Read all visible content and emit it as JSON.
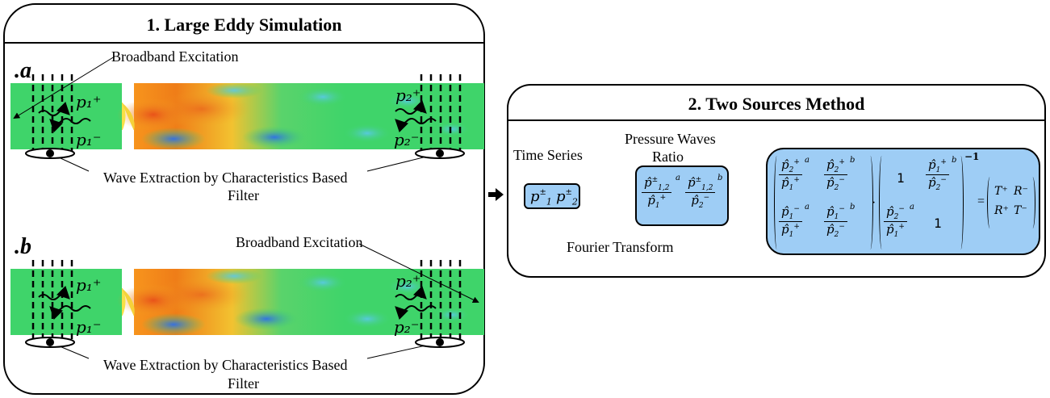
{
  "les": {
    "title": "1. Large Eddy Simulation",
    "case_a": {
      "marker": ".a",
      "excitation": "Broadband Excitation",
      "extraction_line1": "Wave Extraction by Characteristics Based",
      "extraction_line2": "Filter",
      "wave_p1_plus": "p₁⁺",
      "wave_p1_minus": "p₁⁻",
      "wave_p2_plus": "p₂⁺",
      "wave_p2_minus": "p₂⁻"
    },
    "case_b": {
      "marker": ".b",
      "excitation": "Broadband Excitation",
      "extraction_line1": "Wave Extraction by Characteristics Based",
      "extraction_line2": "Filter",
      "wave_p1_plus": "p₁⁺",
      "wave_p1_minus": "p₁⁻",
      "wave_p2_plus": "p₂⁺",
      "wave_p2_minus": "p₂⁻"
    }
  },
  "tsm": {
    "title": "2. Two Sources Method",
    "time_series_label": "Time Series",
    "time_series_p1": "p",
    "time_series_p2": "p",
    "pm": "±",
    "pressure_ratio_line1": "Pressure Waves",
    "pressure_ratio_line2": "Ratio",
    "fourier_label": "Fourier Transform",
    "ratio_num": "p̂",
    "ratio_sub": "1,2",
    "sup_a": "a",
    "sup_b": "b",
    "matrix_inverse": "−1",
    "one": "1",
    "result": {
      "T_plus": "T⁺",
      "R_minus": "R⁻",
      "R_plus": "R⁺",
      "T_minus": "T⁻",
      "equals": "="
    }
  },
  "colors": {
    "flow_green": "#3fd46a",
    "flow_orange": "#f08a1a",
    "flow_blue": "#3a7ff0",
    "box_fill": "#9ecdf5"
  }
}
